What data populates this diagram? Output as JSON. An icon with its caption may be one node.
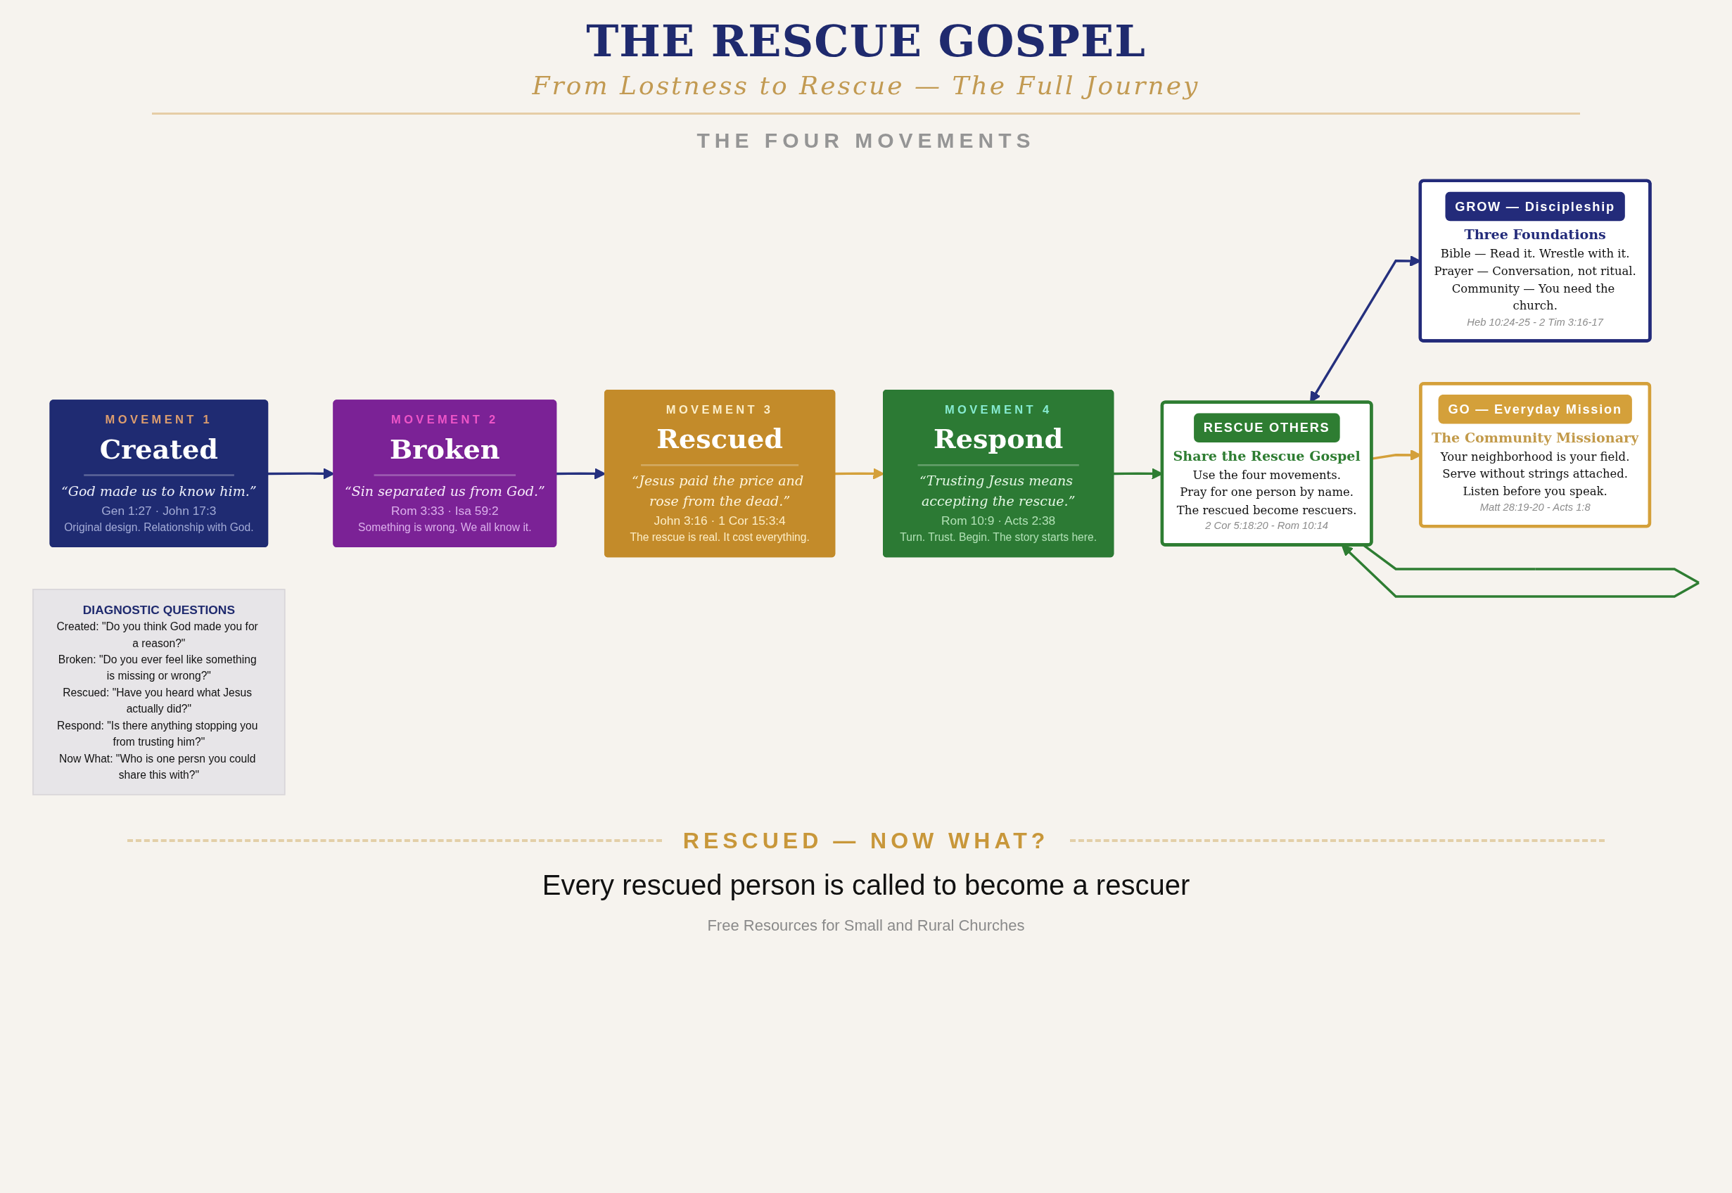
{
  "diagram": {
    "title": "THE RESCUE GOSPEL",
    "caption": "Free Resources for Small and Rural Churches",
    "nodes": [
      {
        "text": [
          "MOVEMENT 1",
          "Created",
          "“God made us to know him.”",
          "Gen 1:27 · John 17:3",
          "Original design. Relationship with God."
        ]
      },
      {
        "text": [
          "MOVEMENT 2",
          "Broken",
          "“Sin separated us from God.”",
          "Rom 3:33 · Isa 59:2",
          "Something is wrong. We all know it."
        ]
      },
      {
        "text": [
          "MOVEMENT 3",
          "Rescued",
          "“Jesus paid the price and rose from the dead.”",
          "John 3:16 · 1 Cor 15:3:4",
          "The rescue is real. It cost everything."
        ]
      },
      {
        "text": [
          "MOVEMENT 4",
          "Respond",
          "“Trusting Jesus means accepting the rescue.”",
          "Rom 10:9 · Acts 2:38",
          "Turn. Trust. Begin. The story starts here."
        ]
      },
      {
        "text": [
          "GROW — Discipleship",
          "Three Foundations",
          "Bible — Read it. Wrestle with it.",
          "Prayer — Conversation, not ritual.",
          "Community — You need the church.",
          "Heb 10:24-25 - 2 Tim 3:16-17"
        ]
      },
      {
        "text": [
          "RESCUE OTHERS",
          "Share the Rescue Gospel",
          "Use the four movements.",
          "Pray for one person by name.",
          "The rescued become rescuers.",
          "2 Cor 5:18:20 - Rom 10:14"
        ]
      },
      {
        "text": [
          "GO — Everyday Mission",
          "The Community Missionary",
          "Your neighborhood is your field.",
          "Serve without strings attached.",
          "Listen before you speak.",
          "Matt 28:19-20 - Acts 1:8"
        ]
      },
      {
        "text": [
          "DIAGNOSTIC QUESTIONS",
          "Created: \"Do you think God made you for a reason?\"",
          "Broken: \"Do you ever feel like something is missing or wrong?\"",
          "Rescued: \"Have you heard what Jesus actually did?\"",
          "Respond: \"Is there anything stopping you from trusting him?\"",
          "Now What: \"Who is one persn you could share this with?\""
        ]
      }
    ],
    "edges": [
      {
        "from": 0,
        "to": 1,
        "arrow": "to"
      },
      {
        "from": 1,
        "to": 2,
        "arrow": "to"
      },
      {
        "from": 2,
        "to": 3,
        "arrow": "to",
        "color": "#d4a03a"
      },
      {
        "from": 3,
        "to": 5,
        "arrow": "to",
        "color": "#2e7d32"
      },
      {
        "from": 5,
        "to": 4,
        "arrow": "both"
      },
      {
        "from": 5,
        "to": 5,
        "arrow": "to",
        "color": "#2e7d32"
      },
      {
        "from": 5,
        "to": 6,
        "arrow": "to",
        "color": "#d4a03a"
      }
    ],
    "labels": [
      "From Lostness to Rescue — The Full Journey",
      "THE FOUR MOVEMENTS",
      "RESCUED — NOW WHAT?",
      "Every rescued person is called to become a rescuer"
    ]
  }
}
